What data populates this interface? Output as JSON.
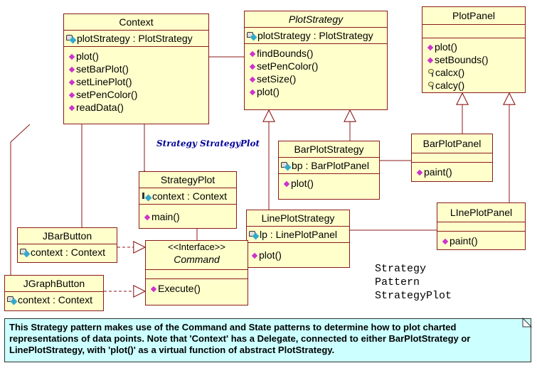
{
  "classes": {
    "context": {
      "name": "Context",
      "attrs": [
        "plotStrategy : PlotStrategy"
      ],
      "ops": [
        "plot()",
        "setBarPlot()",
        "setLinePlot()",
        "setPenColor()",
        "readData()"
      ]
    },
    "plot_strategy": {
      "name": "PlotStrategy",
      "attrs": [
        "plotStrategy : PlotStrategy"
      ],
      "ops": [
        "findBounds()",
        "setPenColor()",
        "setSize()",
        "plot()"
      ]
    },
    "plot_panel": {
      "name": "PlotPanel",
      "ops": [
        "plot()",
        "setBounds()",
        "calcx()",
        "calcy()"
      ]
    },
    "bar_plot_strategy": {
      "name": "BarPlotStrategy",
      "attrs": [
        "bp : BarPlotPanel"
      ],
      "ops": [
        "plot()"
      ]
    },
    "bar_plot_panel": {
      "name": "BarPlotPanel",
      "ops": [
        "paint()"
      ]
    },
    "strategy_plot": {
      "name": "StrategyPlot",
      "attrs": [
        "context : Context"
      ],
      "ops": [
        "main()"
      ]
    },
    "line_plot_strategy": {
      "name": "LinePlotStrategy",
      "attrs": [
        "lp : LinePlotPanel"
      ],
      "ops": [
        "plot()"
      ]
    },
    "line_plot_panel": {
      "name": "LInePlotPanel",
      "ops": [
        "paint()"
      ]
    },
    "jbar_button": {
      "name": "JBarButton",
      "attrs": [
        "context : Context"
      ]
    },
    "jgraph_button": {
      "name": "JGraphButton",
      "attrs": [
        "context : Context"
      ]
    },
    "command": {
      "stereotype": "<<Interface>>",
      "name": "Command",
      "ops": [
        "Execute()"
      ]
    }
  },
  "association_label": "Strategy StrategyPlot",
  "title_text": "Strategy\nPattern\nStrategyPlot",
  "note": "This Strategy pattern makes use of the Command and State patterns to determine how to plot charted representations of data points.  Note that 'Context' has a Delegate, connected to either BarPlotStrategy or LinePlotStrategy, with  'plot()' as a virtual function of abstract PlotStrategy.",
  "colors": {
    "class_fill": "#ffffcc",
    "class_border": "#8b1a1a",
    "line": "#8b1a1a",
    "note_fill": "#ccffff",
    "op_icon": "#cc33cc",
    "attr_icon": "#33aacc"
  }
}
